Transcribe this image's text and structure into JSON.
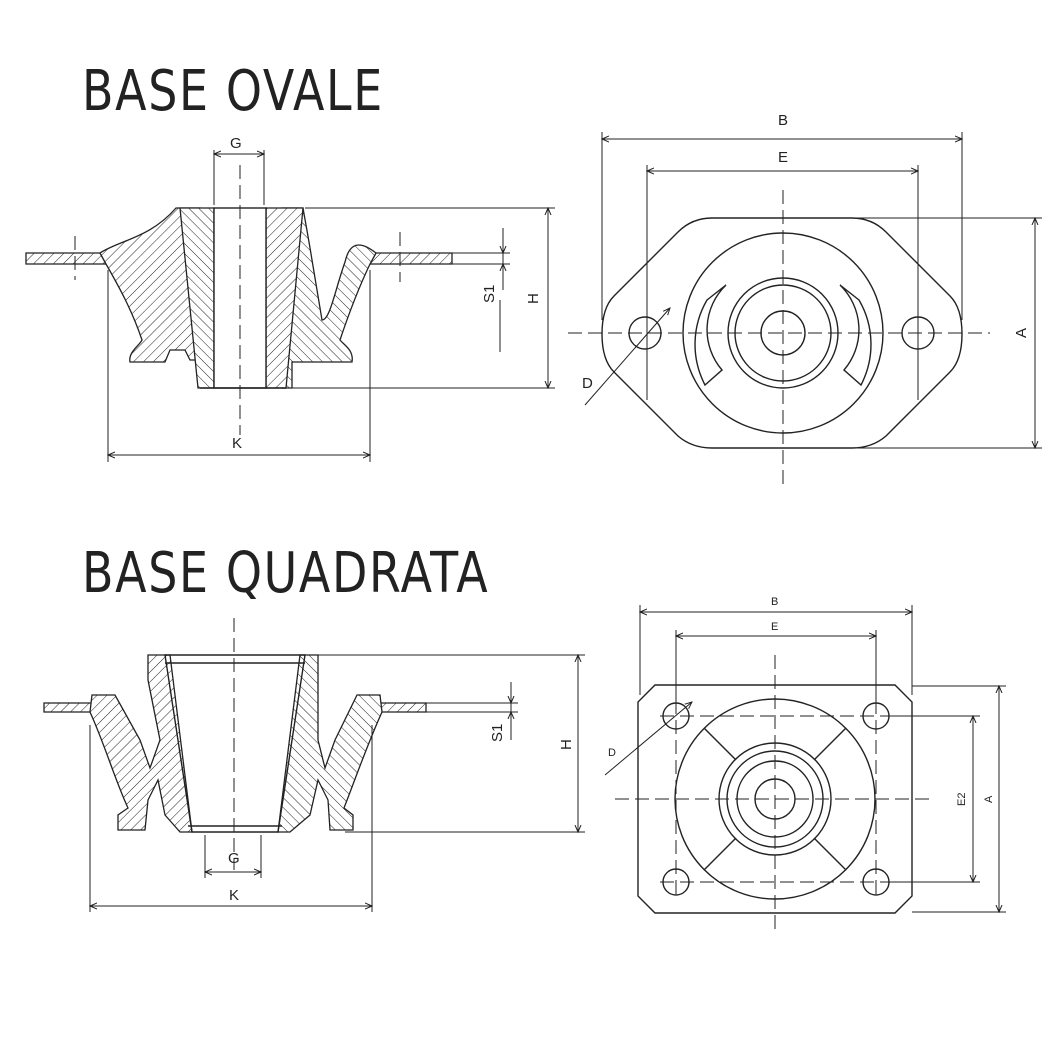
{
  "titles": {
    "oval": "BASE OVALE",
    "square": "BASE QUADRATA"
  },
  "labels": {
    "G": "G",
    "K": "K",
    "H": "H",
    "S1": "S1",
    "B": "B",
    "E": "E",
    "A": "A",
    "D": "D",
    "E2": "E2"
  }
}
